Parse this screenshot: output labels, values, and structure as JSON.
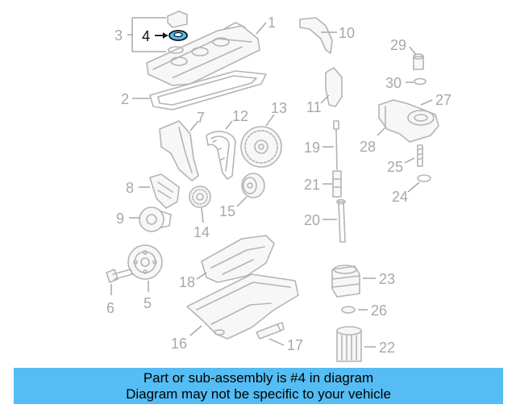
{
  "callouts": {
    "c1": "1",
    "c2": "2",
    "c3": "3",
    "c4": "4",
    "c5": "5",
    "c6": "6",
    "c7": "7",
    "c8": "8",
    "c9": "9",
    "c10": "10",
    "c11": "11",
    "c12": "12",
    "c13": "13",
    "c14": "14",
    "c15": "15",
    "c16": "16",
    "c17": "17",
    "c18": "18",
    "c19": "19",
    "c20": "20",
    "c21": "21",
    "c22": "22",
    "c23": "23",
    "c24": "24",
    "c25": "25",
    "c26": "26",
    "c27": "27",
    "c28": "28",
    "c29": "29",
    "c30": "30"
  },
  "highlighted_part": "4",
  "colors": {
    "highlight_part": "#55bdf3",
    "banner_bg": "#55bdf3",
    "parts_gray": "#b4b4b4"
  },
  "banner": {
    "line1": "Part or sub-assembly is #4 in diagram",
    "line2": "Diagram may not be specific to your vehicle"
  }
}
